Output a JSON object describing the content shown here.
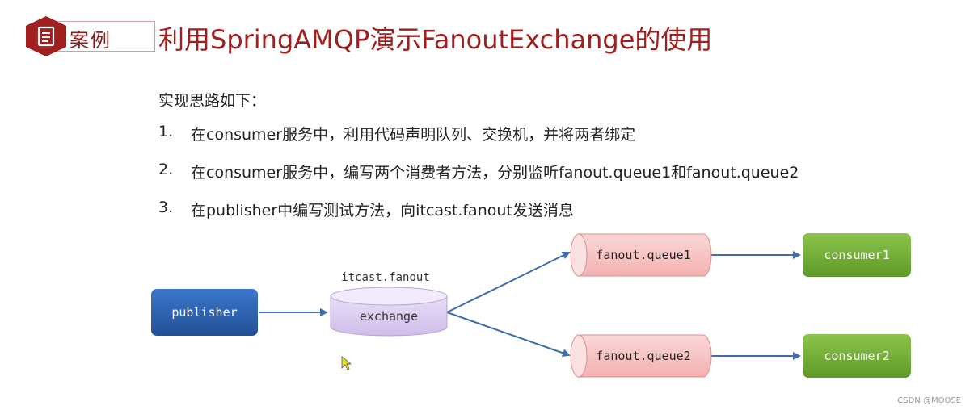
{
  "header": {
    "badge_label": "案例",
    "title": "利用SpringAMQP演示FanoutExchange的使用"
  },
  "content": {
    "intro": "实现思路如下：",
    "steps": [
      {
        "num": "1.",
        "text": "在consumer服务中，利用代码声明队列、交换机，并将两者绑定"
      },
      {
        "num": "2.",
        "text": "在consumer服务中，编写两个消费者方法，分别监听fanout.queue1和fanout.queue2"
      },
      {
        "num": "3.",
        "text": "在publisher中编写测试方法，向itcast.fanout发送消息"
      }
    ]
  },
  "diagram": {
    "publisher": "publisher",
    "exchange_name": "itcast.fanout",
    "exchange": "exchange",
    "queue1": "fanout.queue1",
    "queue2": "fanout.queue2",
    "consumer1": "consumer1",
    "consumer2": "consumer2"
  },
  "watermark": "CSDN @MOOSE",
  "colors": {
    "accent_red": "#a0201f",
    "publisher_blue": "#2f65b5",
    "exchange_purple": "#ddd0f0",
    "queue_pink": "#f7c3c3",
    "consumer_green": "#7ab33a",
    "arrow_blue": "#3d6fb0"
  }
}
